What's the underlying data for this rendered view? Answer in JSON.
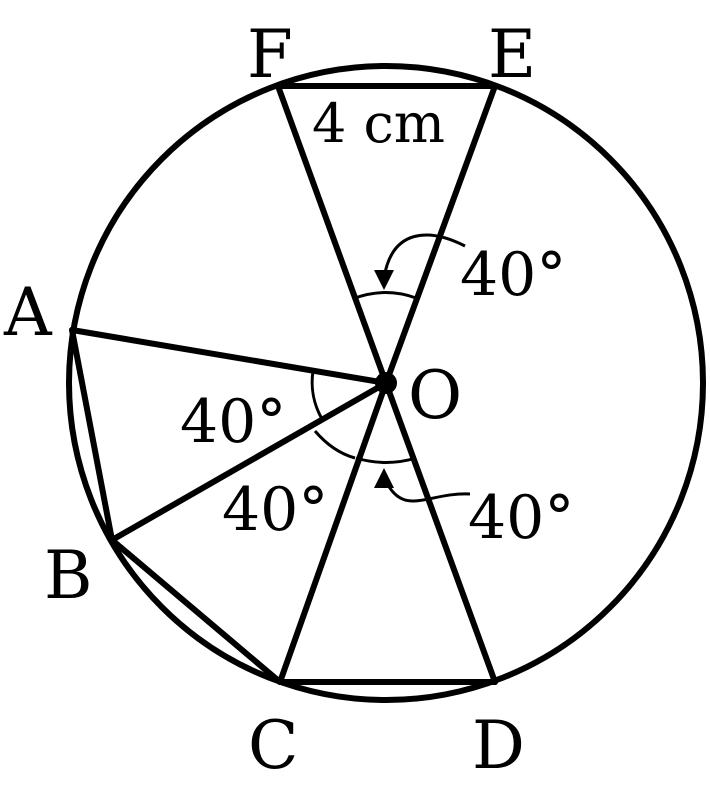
{
  "points": {
    "A": "A",
    "B": "B",
    "C": "C",
    "D": "D",
    "E": "E",
    "F": "F",
    "O": "O"
  },
  "angles": {
    "FOE": "40°",
    "AOB": "40°",
    "BOC": "40°",
    "COD": "40°"
  },
  "chord_FE": "4 cm"
}
